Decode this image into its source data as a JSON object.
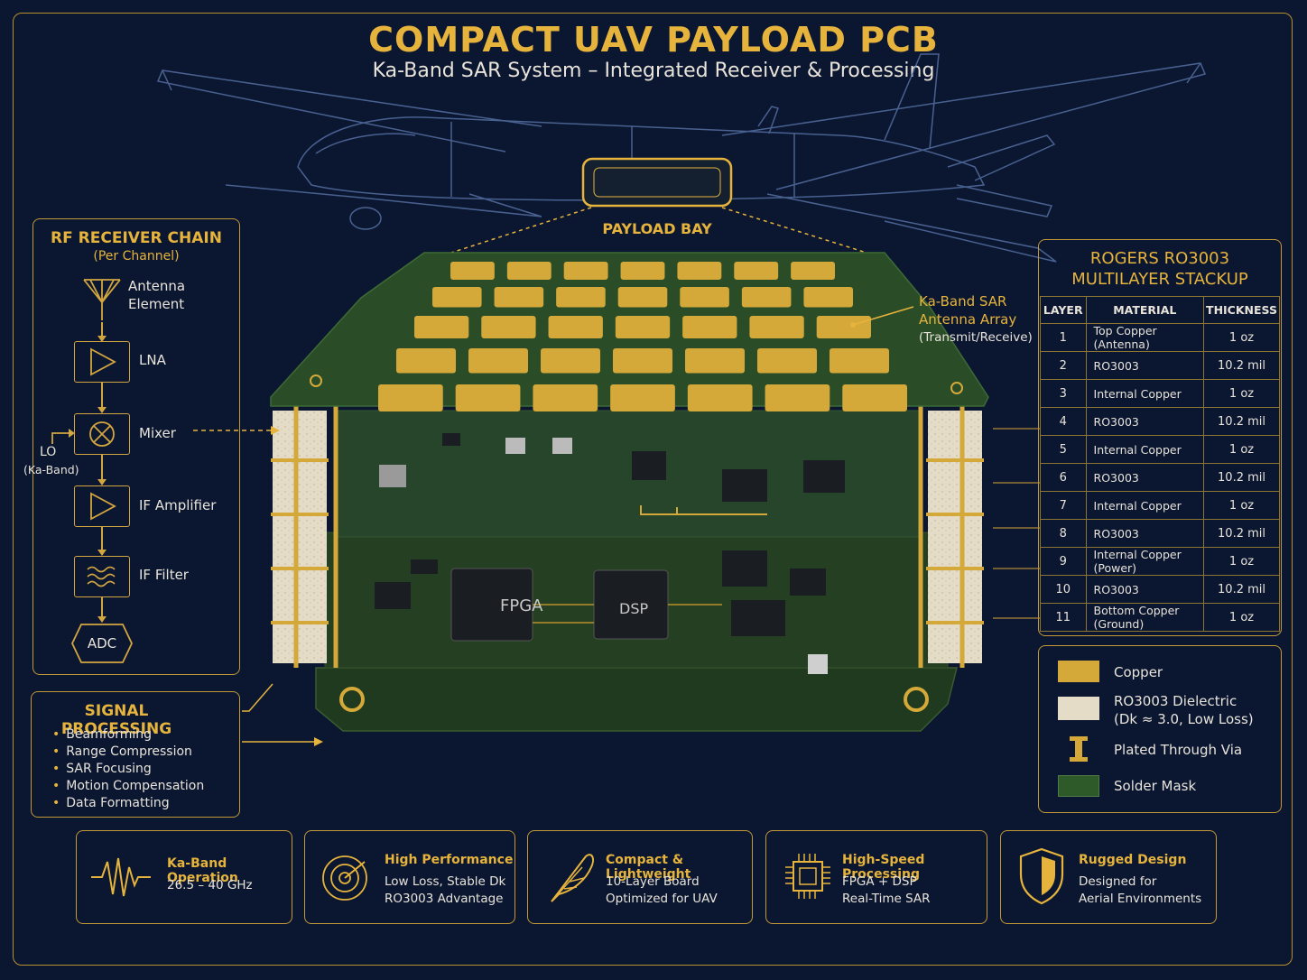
{
  "header": {
    "title": "COMPACT UAV PAYLOAD PCB",
    "subtitle": "Ka-Band SAR System – Integrated Receiver & Processing"
  },
  "drone": {
    "payload_label": "PAYLOAD BAY"
  },
  "antenna_callout": {
    "line1": "Ka-Band SAR",
    "line2": "Antenna Array",
    "line3": "(Transmit/Receive)"
  },
  "pcb_labels": {
    "fpga": "FPGA",
    "dsp": "DSP"
  },
  "rf_chain": {
    "title": "RF RECEIVER CHAIN",
    "subtitle": "(Per Channel)",
    "antenna_line1": "Antenna",
    "antenna_line2": "Element",
    "lna": "LNA",
    "mixer": "Mixer",
    "lo_line1": "LO",
    "lo_line2": "(Ka-Band)",
    "if_amp": "IF Amplifier",
    "if_filter": "IF Filter",
    "adc": "ADC"
  },
  "signal_processing": {
    "title": "SIGNAL PROCESSING",
    "items": [
      "Beamforming",
      "Range Compression",
      "SAR Focusing",
      "Motion Compensation",
      "Data Formatting"
    ]
  },
  "stackup": {
    "title_line1": "ROGERS RO3003",
    "title_line2": "MULTILAYER STACKUP",
    "headers": [
      "LAYER",
      "MATERIAL",
      "THICKNESS"
    ],
    "rows": [
      [
        "1",
        "Top Copper (Antenna)",
        "1 oz"
      ],
      [
        "2",
        "RO3003",
        "10.2 mil"
      ],
      [
        "3",
        "Internal Copper",
        "1 oz"
      ],
      [
        "4",
        "RO3003",
        "10.2 mil"
      ],
      [
        "5",
        "Internal Copper",
        "1 oz"
      ],
      [
        "6",
        "RO3003",
        "10.2 mil"
      ],
      [
        "7",
        "Internal Copper",
        "1 oz"
      ],
      [
        "8",
        "RO3003",
        "10.2 mil"
      ],
      [
        "9",
        "Internal Copper (Power)",
        "1 oz"
      ],
      [
        "10",
        "RO3003",
        "10.2 mil"
      ],
      [
        "11",
        "Bottom Copper (Ground)",
        "1 oz"
      ]
    ]
  },
  "legend": {
    "copper": "Copper",
    "dielectric_line1": "RO3003 Dielectric",
    "dielectric_line2": "(Dk ≈ 3.0, Low Loss)",
    "via": "Plated Through Via",
    "mask": "Solder Mask",
    "colors": {
      "copper": "#d4a93a",
      "dielectric": "#e4dcc6",
      "mask": "#2e5a2a"
    }
  },
  "features": [
    {
      "title": "Ka-Band Operation",
      "line1": "26.5 – 40 GHz",
      "line2": "",
      "icon": "waveform-icon"
    },
    {
      "title": "High Performance",
      "line1": "Low Loss, Stable Dk",
      "line2": "RO3003 Advantage",
      "icon": "target-icon"
    },
    {
      "title": "Compact & Lightweight",
      "line1": "10-Layer Board",
      "line2": "Optimized for UAV",
      "icon": "feather-icon"
    },
    {
      "title": "High-Speed Processing",
      "line1": "FPGA + DSP",
      "line2": "Real-Time SAR",
      "icon": "chip-icon"
    },
    {
      "title": "Rugged Design",
      "line1": "Designed for",
      "line2": "Aerial Environments",
      "icon": "shield-icon"
    }
  ]
}
